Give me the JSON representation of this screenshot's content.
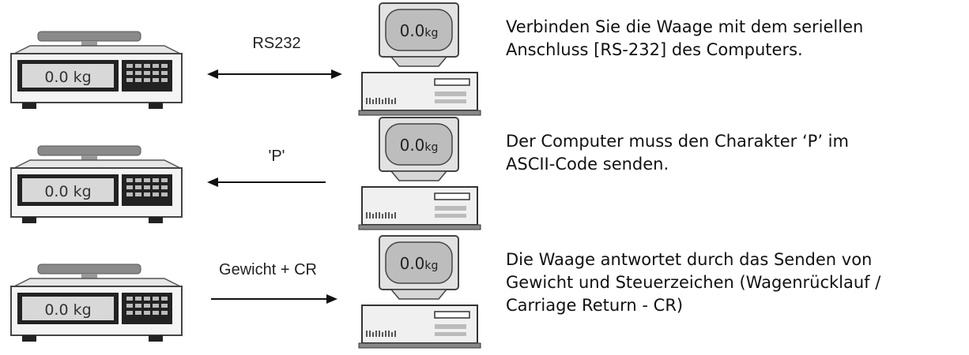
{
  "readouts": {
    "scale_display": "0.0 kg",
    "computer_display": "0.0",
    "computer_unit": "kg"
  },
  "steps": [
    {
      "arrow_label": "RS232",
      "description_lines": [
        "Verbinden Sie die Waage mit dem seriellen",
        "Anschluss [RS-232] des Computers."
      ]
    },
    {
      "arrow_label": "'P'",
      "description_lines": [
        "Der Computer muss den Charakter ‘P’ im",
        "ASCII-Code senden."
      ]
    },
    {
      "arrow_label": "Gewicht + CR",
      "description_lines": [
        "Die Waage antwortet durch das Senden von",
        "Gewicht und Steuerzeichen (Wagenrücklauf /",
        "Carriage Return - CR)"
      ]
    }
  ]
}
